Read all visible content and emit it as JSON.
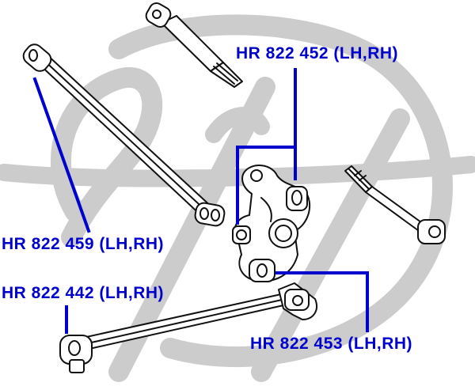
{
  "colors": {
    "label": "#0000cc",
    "leader_line": "#0000cc",
    "watermark": "#cccccc",
    "part_outline": "#111111",
    "background": "#ffffff"
  },
  "watermark": {
    "icon": "company-logo-watermark"
  },
  "parts": [
    {
      "id": "upper-rod",
      "icon": "threaded-rod-upper"
    },
    {
      "id": "long-link",
      "icon": "long-trailing-link"
    },
    {
      "id": "knuckle",
      "icon": "steering-knuckle"
    },
    {
      "id": "right-rod",
      "icon": "threaded-rod-right"
    },
    {
      "id": "lower-arm",
      "icon": "lower-lateral-arm"
    }
  ],
  "labels": {
    "hr_822_452": "HR 822 452 (LH,RH)",
    "hr_822_459": "HR 822 459 (LH,RH)",
    "hr_822_442": "HR 822 442 (LH,RH)",
    "hr_822_453": "HR 822 453 (LH,RH)"
  }
}
